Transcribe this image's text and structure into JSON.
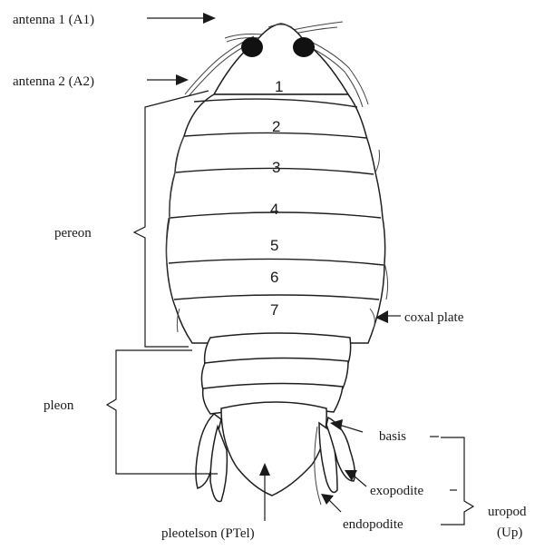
{
  "labels": {
    "antenna1": "antenna 1 (A1)",
    "antenna2": "antenna 2 (A2)",
    "pereon": "pereon",
    "pleon": "pleon",
    "coxal_plate": "coxal plate",
    "basis": "basis",
    "exopodite": "exopodite",
    "endopodite": "endopodite",
    "uropod": "uropod",
    "uropod_abbr": "(Up)",
    "pleotelson": "pleotelson (PTel)"
  },
  "segment_numbers": [
    "1",
    "2",
    "3",
    "4",
    "5",
    "6",
    "7"
  ]
}
